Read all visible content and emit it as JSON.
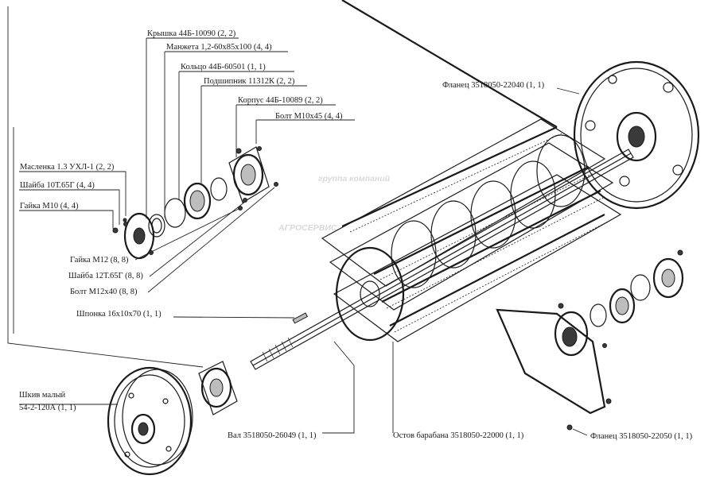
{
  "watermark": {
    "line1": "группа компаний",
    "line2": "АГРОСЕРВИС"
  },
  "labels": {
    "kryshka": "Крышка 44Б-10090 (2, 2)",
    "manzheta": "Манжета 1,2-60х85х100 (4, 4)",
    "koltso": "Кольцо 44Б-60501 (1, 1)",
    "podshipnik": "Подшипник 11312К (2, 2)",
    "korpus": "Корпус 44Б-10089 (2, 2)",
    "bolt_m10": "Болт М10х45 (4, 4)",
    "maslenka": "Масленка 1.3 УХЛ-1 (2, 2)",
    "shaiba_10": "Шайба 10Т.65Г (4, 4)",
    "gaika_m10": "Гайка М10 (4, 4)",
    "gaika_m12": "Гайка М12 (8, 8)",
    "shaiba_12": "Шайба 12Т.65Г (8, 8)",
    "bolt_m12": "Болт М12х40 (8, 8)",
    "shponka": "Шпонка 16х10х70 (1, 1)",
    "shkiv_1": "Шкив малый",
    "shkiv_2": "54-2-120А (1, 1)",
    "val": "Вал 3518050-26049 (1, 1)",
    "ostov": "Остов барабана 3518050-22000 (1, 1)",
    "flanets_top": "Фланец 3518050-22040 (1, 1)",
    "flanets_bottom": "Фланец 3518050-22050 (1, 1)"
  }
}
